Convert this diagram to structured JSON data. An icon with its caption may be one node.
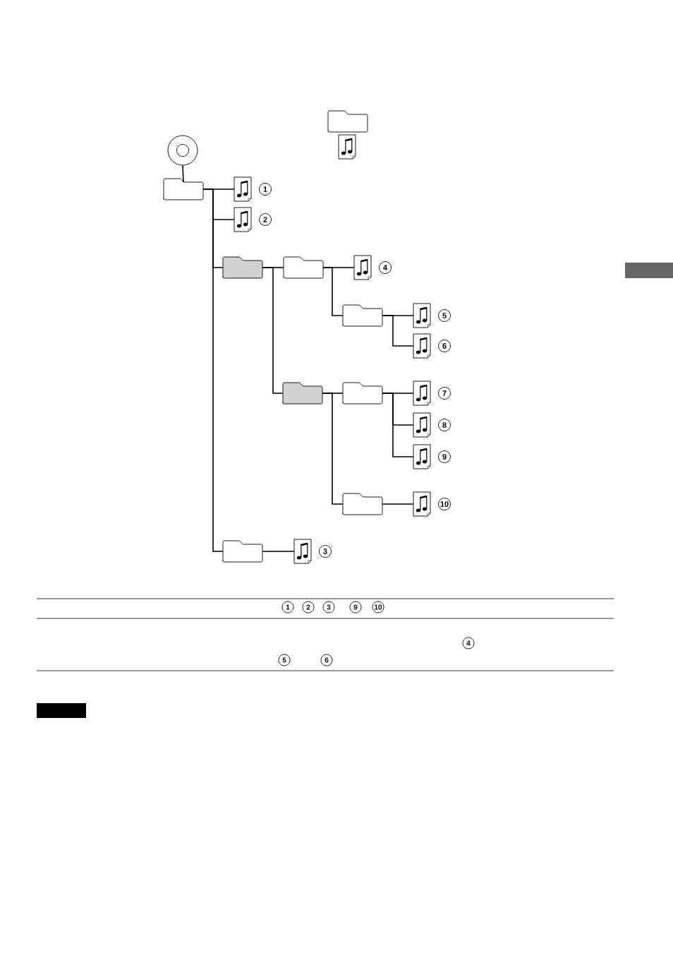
{
  "diagram": {
    "nodes": [
      {
        "text": [],
        "shape": "folder"
      },
      {
        "text": [],
        "shape": "document"
      },
      {
        "text": [],
        "shape": "disc"
      },
      {
        "text": [],
        "shape": "folder"
      },
      {
        "text": [],
        "shape": "document",
        "beside": [
          "1"
        ]
      },
      {
        "text": [],
        "shape": "document",
        "beside": [
          "2"
        ]
      },
      {
        "text": [],
        "shape": "folder"
      },
      {
        "text": [],
        "shape": "folder"
      },
      {
        "text": [],
        "shape": "document",
        "beside": [
          "4"
        ]
      },
      {
        "text": [],
        "shape": "folder"
      },
      {
        "text": [],
        "shape": "document",
        "beside": [
          "5"
        ]
      },
      {
        "text": [],
        "shape": "document",
        "beside": [
          "6"
        ]
      },
      {
        "text": [],
        "shape": "folder"
      },
      {
        "text": [],
        "shape": "folder"
      },
      {
        "text": [],
        "shape": "document",
        "beside": [
          "7"
        ]
      },
      {
        "text": [],
        "shape": "document",
        "beside": [
          "8"
        ]
      },
      {
        "text": [],
        "shape": "document",
        "beside": [
          "9"
        ]
      },
      {
        "text": [],
        "shape": "folder"
      },
      {
        "text": [],
        "shape": "document",
        "beside": [
          "10"
        ]
      },
      {
        "text": [],
        "shape": "folder"
      },
      {
        "text": [],
        "shape": "document",
        "beside": [
          "3"
        ]
      }
    ],
    "edges": [
      {
        "from": 2,
        "to": 3,
        "arrow": "none"
      },
      {
        "from": 3,
        "to": 4,
        "arrow": "none"
      },
      {
        "from": 3,
        "to": 5,
        "arrow": "none"
      },
      {
        "from": 3,
        "to": 6,
        "arrow": "none"
      },
      {
        "from": 3,
        "to": 19,
        "arrow": "none"
      },
      {
        "from": 6,
        "to": 7,
        "arrow": "none"
      },
      {
        "from": 6,
        "to": 12,
        "arrow": "none"
      },
      {
        "from": 7,
        "to": 8,
        "arrow": "none"
      },
      {
        "from": 7,
        "to": 9,
        "arrow": "none"
      },
      {
        "from": 9,
        "to": 10,
        "arrow": "none"
      },
      {
        "from": 9,
        "to": 11,
        "arrow": "none"
      },
      {
        "from": 12,
        "to": 13,
        "arrow": "none"
      },
      {
        "from": 12,
        "to": 17,
        "arrow": "none"
      },
      {
        "from": 13,
        "to": 14,
        "arrow": "none"
      },
      {
        "from": 13,
        "to": 15,
        "arrow": "none"
      },
      {
        "from": 13,
        "to": 16,
        "arrow": "none"
      },
      {
        "from": 17,
        "to": 18,
        "arrow": "none"
      },
      {
        "from": 19,
        "to": 20,
        "arrow": "none"
      }
    ],
    "labels": [
      "1",
      "2",
      "3",
      "9",
      "10",
      "4",
      "5",
      "6"
    ]
  }
}
